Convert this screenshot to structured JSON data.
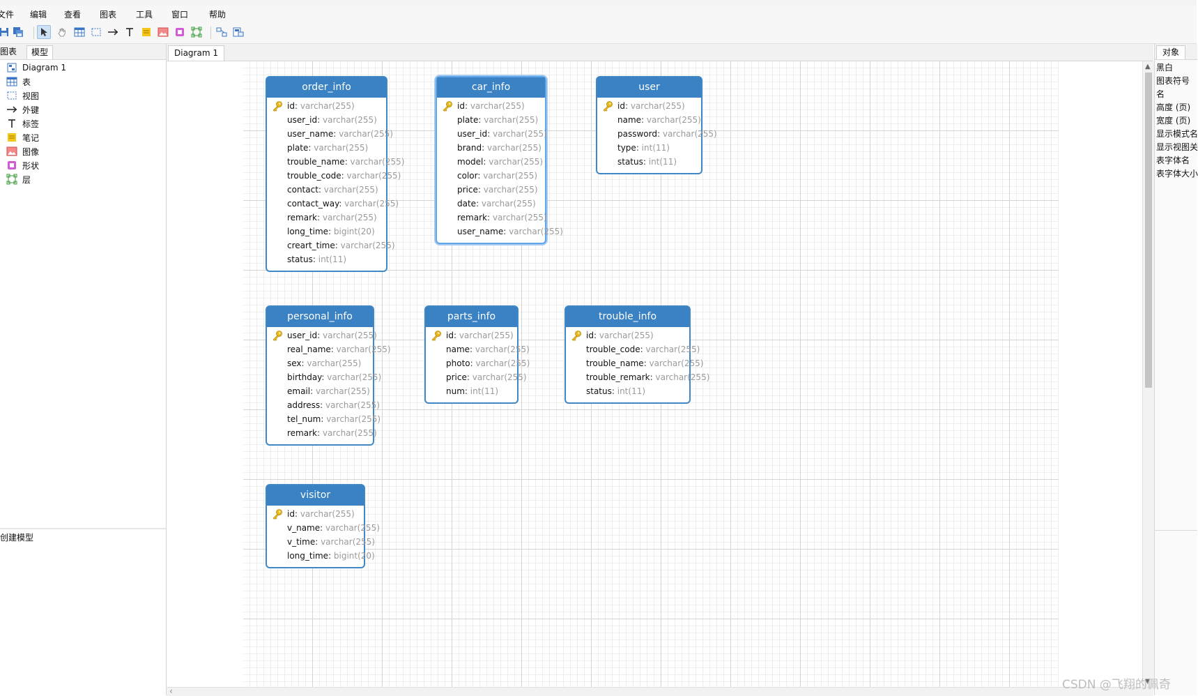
{
  "menu": [
    "文件",
    "编辑",
    "查看",
    "图表",
    "工具",
    "窗口",
    "帮助"
  ],
  "left_panel": {
    "tabs": [
      "图表",
      "模型"
    ],
    "items": [
      {
        "label": "Diagram 1",
        "icon": "diagram-icon"
      },
      {
        "label": "表",
        "icon": "table-icon"
      },
      {
        "label": "视图",
        "icon": "view-icon"
      },
      {
        "label": "外键",
        "icon": "foreign-key-icon"
      },
      {
        "label": "标签",
        "icon": "label-icon"
      },
      {
        "label": "笔记",
        "icon": "note-icon"
      },
      {
        "label": "图像",
        "icon": "image-icon"
      },
      {
        "label": "形状",
        "icon": "shape-icon"
      },
      {
        "label": "层",
        "icon": "layer-icon"
      }
    ],
    "bottom_label": "创建模型"
  },
  "document_tab": "Diagram 1",
  "right_panel": {
    "tab": "对象",
    "properties": [
      "黑白",
      "图表符号",
      "名",
      "高度 (页)",
      "宽度 (页)",
      "显示模式名",
      "显示视图关",
      "表字体名",
      "表字体大小"
    ]
  },
  "colors": {
    "entity_header": "#3a82c3",
    "entity_border": "#3f88c5",
    "type_text": "#9a9a9a",
    "key_icon": "#e8b923"
  },
  "entities": [
    {
      "name": "order_info",
      "selected": false,
      "fields": [
        {
          "name": "id",
          "type": "varchar(255)",
          "pk": true
        },
        {
          "name": "user_id",
          "type": "varchar(255)"
        },
        {
          "name": "user_name",
          "type": "varchar(255)"
        },
        {
          "name": "plate",
          "type": "varchar(255)"
        },
        {
          "name": "trouble_name",
          "type": "varchar(255)"
        },
        {
          "name": "trouble_code",
          "type": "varchar(255)"
        },
        {
          "name": "contact",
          "type": "varchar(255)"
        },
        {
          "name": "contact_way",
          "type": "varchar(255)"
        },
        {
          "name": "remark",
          "type": "varchar(255)"
        },
        {
          "name": "long_time",
          "type": "bigint(20)"
        },
        {
          "name": "creart_time",
          "type": "varchar(255)"
        },
        {
          "name": "status",
          "type": "int(11)"
        }
      ]
    },
    {
      "name": "car_info",
      "selected": true,
      "fields": [
        {
          "name": "id",
          "type": "varchar(255)",
          "pk": true
        },
        {
          "name": "plate",
          "type": "varchar(255)"
        },
        {
          "name": "user_id",
          "type": "varchar(255)"
        },
        {
          "name": "brand",
          "type": "varchar(255)"
        },
        {
          "name": "model",
          "type": "varchar(255)"
        },
        {
          "name": "color",
          "type": "varchar(255)"
        },
        {
          "name": "price",
          "type": "varchar(255)"
        },
        {
          "name": "date",
          "type": "varchar(255)"
        },
        {
          "name": "remark",
          "type": "varchar(255)"
        },
        {
          "name": "user_name",
          "type": "varchar(255)"
        }
      ]
    },
    {
      "name": "user",
      "selected": false,
      "fields": [
        {
          "name": "id",
          "type": "varchar(255)",
          "pk": true
        },
        {
          "name": "name",
          "type": "varchar(255)"
        },
        {
          "name": "password",
          "type": "varchar(255)"
        },
        {
          "name": "type",
          "type": "int(11)"
        },
        {
          "name": "status",
          "type": "int(11)"
        }
      ]
    },
    {
      "name": "personal_info",
      "selected": false,
      "fields": [
        {
          "name": "user_id",
          "type": "varchar(255)",
          "pk": true
        },
        {
          "name": "real_name",
          "type": "varchar(255)"
        },
        {
          "name": "sex",
          "type": "varchar(255)"
        },
        {
          "name": "birthday",
          "type": "varchar(255)"
        },
        {
          "name": "email",
          "type": "varchar(255)"
        },
        {
          "name": "address",
          "type": "varchar(255)"
        },
        {
          "name": "tel_num",
          "type": "varchar(255)"
        },
        {
          "name": "remark",
          "type": "varchar(255)"
        }
      ]
    },
    {
      "name": "parts_info",
      "selected": false,
      "fields": [
        {
          "name": "id",
          "type": "varchar(255)",
          "pk": true
        },
        {
          "name": "name",
          "type": "varchar(255)"
        },
        {
          "name": "photo",
          "type": "varchar(255)"
        },
        {
          "name": "price",
          "type": "varchar(255)"
        },
        {
          "name": "num",
          "type": "int(11)"
        }
      ]
    },
    {
      "name": "trouble_info",
      "selected": false,
      "fields": [
        {
          "name": "id",
          "type": "varchar(255)",
          "pk": true
        },
        {
          "name": "trouble_code",
          "type": "varchar(255)"
        },
        {
          "name": "trouble_name",
          "type": "varchar(255)"
        },
        {
          "name": "trouble_remark",
          "type": "varchar(255)"
        },
        {
          "name": "status",
          "type": "int(11)"
        }
      ]
    },
    {
      "name": "visitor",
      "selected": false,
      "fields": [
        {
          "name": "id",
          "type": "varchar(255)",
          "pk": true
        },
        {
          "name": "v_name",
          "type": "varchar(255)"
        },
        {
          "name": "v_time",
          "type": "varchar(255)"
        },
        {
          "name": "long_time",
          "type": "bigint(20)"
        }
      ]
    }
  ],
  "watermark": "CSDN @飞翔的佩奇"
}
